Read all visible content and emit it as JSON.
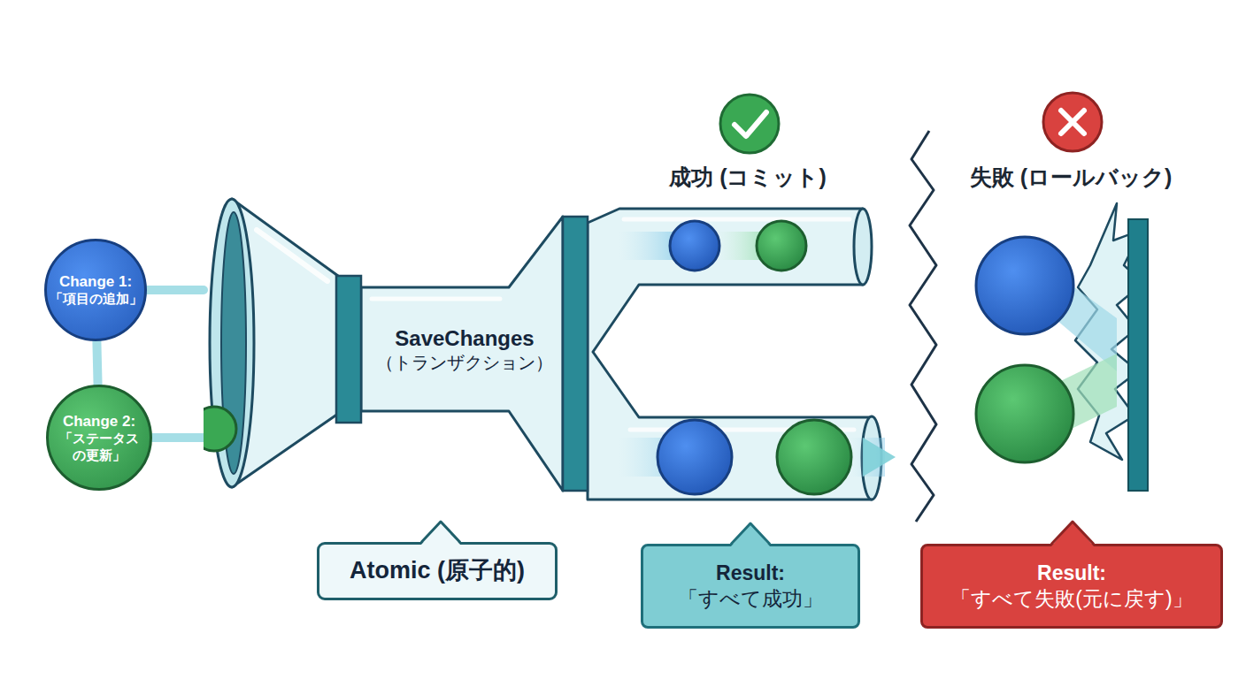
{
  "diagram": {
    "nodes": [
      {
        "text": [
          "Change 1:",
          "「項目の追加」"
        ]
      },
      {
        "text": [
          "Change 2:",
          "「ステータス の更新」"
        ]
      },
      {
        "text": [
          "SaveChanges",
          "（トランザクション）"
        ]
      },
      {
        "text": [
          "Atomic (原子的)"
        ]
      },
      {
        "text": [
          "Result:",
          "「すべて成功」"
        ]
      },
      {
        "text": [
          "Result:",
          "「すべて失敗(元に戻す)」"
        ]
      }
    ],
    "edges": [
      {
        "from": 0,
        "to": 1,
        "arrow": "none"
      },
      {
        "from": 0,
        "to": 2,
        "arrow": "none"
      },
      {
        "from": 1,
        "to": 2,
        "arrow": "none"
      }
    ],
    "labels": [
      "成功 (コミット)",
      "失敗 (ロールバック)"
    ]
  }
}
